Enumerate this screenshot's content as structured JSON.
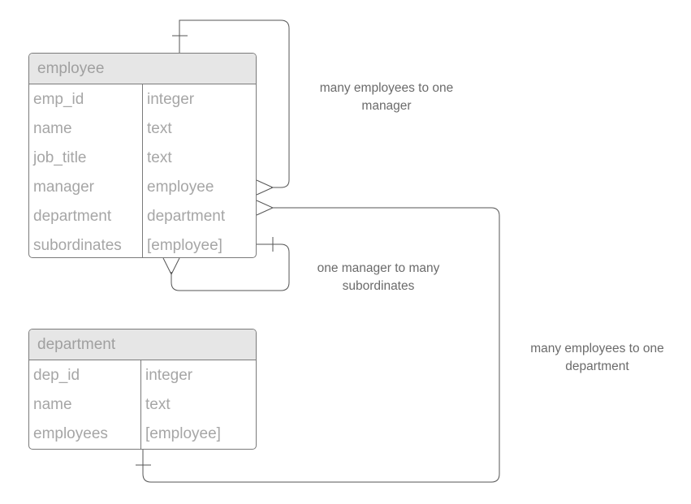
{
  "diagram": {
    "entities": [
      {
        "id": "employee",
        "title": "employee",
        "fields": [
          {
            "name": "emp_id",
            "type": "integer"
          },
          {
            "name": "name",
            "type": "text"
          },
          {
            "name": "job_title",
            "type": "text"
          },
          {
            "name": "manager",
            "type": "employee"
          },
          {
            "name": "department",
            "type": "department"
          },
          {
            "name": "subordinates",
            "type": "[employee]"
          }
        ]
      },
      {
        "id": "department",
        "title": "department",
        "fields": [
          {
            "name": "dep_id",
            "type": "integer"
          },
          {
            "name": "name",
            "type": "text"
          },
          {
            "name": "employees",
            "type": "[employee]"
          }
        ]
      }
    ],
    "relationships": [
      {
        "label_lines": [
          "many employees to one",
          "manager"
        ]
      },
      {
        "label_lines": [
          "one manager to many",
          "subordinates"
        ]
      },
      {
        "label_lines": [
          "many employees to one",
          "department"
        ]
      }
    ]
  }
}
